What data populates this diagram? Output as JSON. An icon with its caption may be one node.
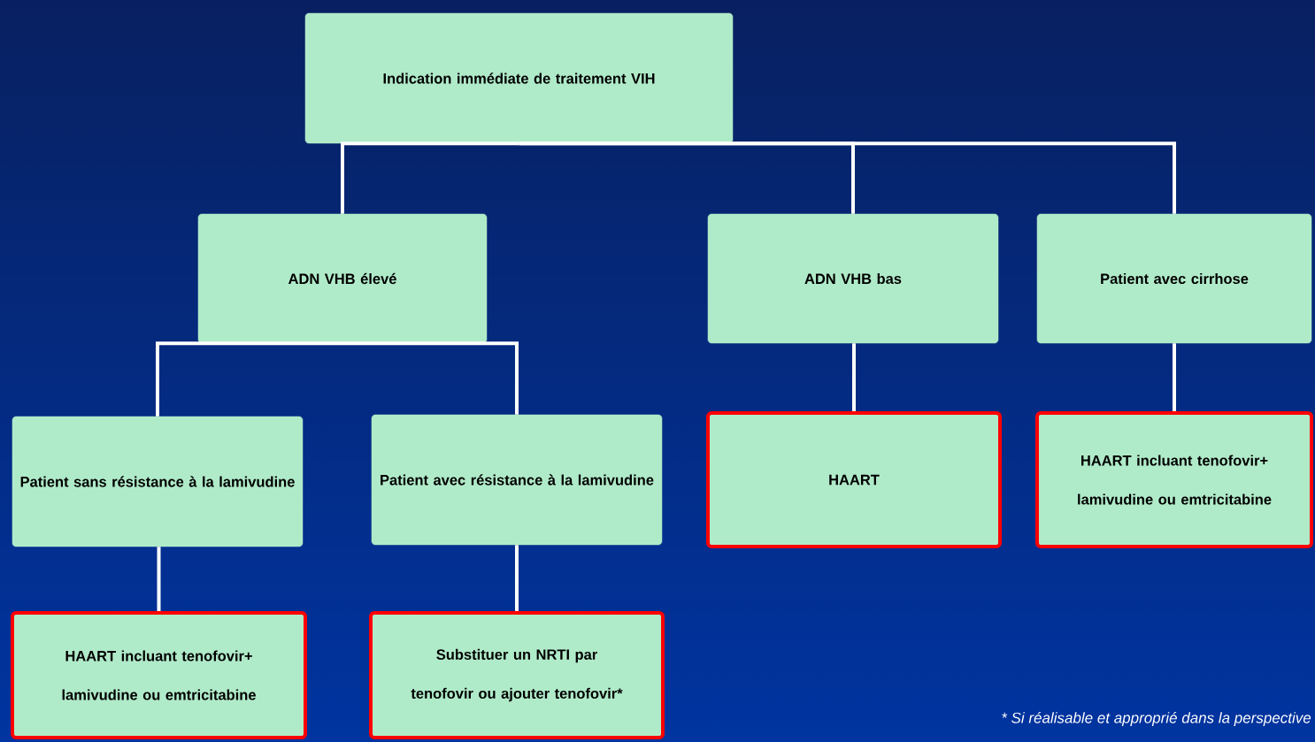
{
  "diagram": {
    "nodes": [
      {
        "text": [
          "Indication immédiate de traitement VIH"
        ]
      },
      {
        "text": [
          "ADN VHB élevé"
        ]
      },
      {
        "text": [
          "ADN VHB bas"
        ]
      },
      {
        "text": [
          "Patient avec cirrhose"
        ]
      },
      {
        "text": [
          "Patient sans résistance à la lamivudine"
        ]
      },
      {
        "text": [
          "Patient avec résistance à la lamivudine"
        ]
      },
      {
        "text": [
          "HAART"
        ]
      },
      {
        "text": [
          "HAART incluant tenofovir+ lamivudine ou emtricitabine"
        ]
      },
      {
        "text": [
          "HAART incluant tenofovir+ lamivudine ou emtricitabine"
        ]
      },
      {
        "text": [
          "Substituer un NRTI par tenofovir ou ajouter tenofovir*"
        ]
      }
    ],
    "edges": [
      {
        "from": 0,
        "to": 1,
        "arrow": "none"
      },
      {
        "from": 0,
        "to": 2,
        "arrow": "none"
      },
      {
        "from": 0,
        "to": 3,
        "arrow": "none"
      },
      {
        "from": 1,
        "to": 4,
        "arrow": "none"
      },
      {
        "from": 1,
        "to": 5,
        "arrow": "none"
      },
      {
        "from": 2,
        "to": 6,
        "arrow": "none"
      },
      {
        "from": 3,
        "to": 7,
        "arrow": "none"
      },
      {
        "from": 4,
        "to": 8,
        "arrow": "none"
      },
      {
        "from": 5,
        "to": 9,
        "arrow": "none"
      }
    ],
    "labels": [
      "* Si réalisable et approprié dans la perspective"
    ]
  }
}
